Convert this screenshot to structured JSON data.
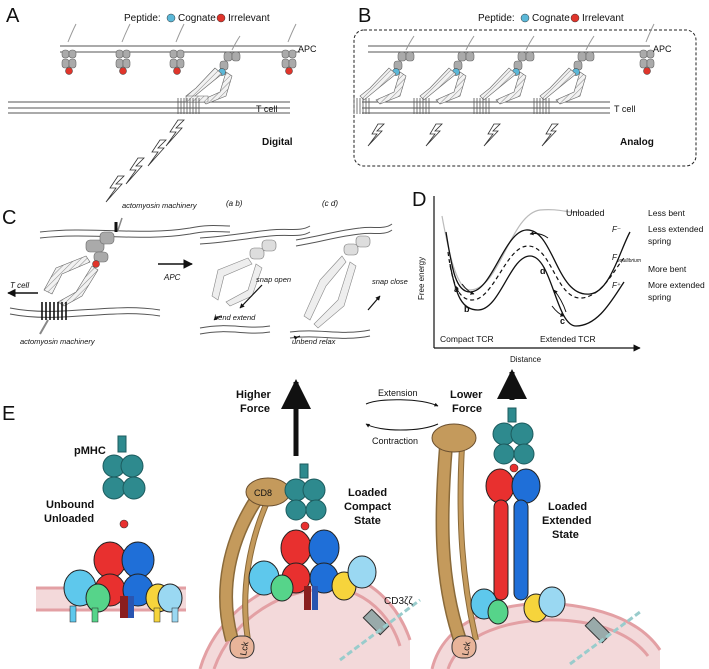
{
  "panels": {
    "A": {
      "letter": "A",
      "legend": {
        "prefix": "Peptide:",
        "cognate": "Cognate",
        "irrelevant": "Irrelevant"
      },
      "apc": "APC",
      "tcell": "T cell",
      "mode": "Digital"
    },
    "B": {
      "letter": "B",
      "legend": {
        "prefix": "Peptide:",
        "cognate": "Cognate",
        "irrelevant": "Irrelevant"
      },
      "apc": "APC",
      "tcell": "T cell",
      "mode": "Analog"
    },
    "C": {
      "letter": "C",
      "actomyosin_top": "actomyosin machinery",
      "actomyosin_bottom": "actomyosin machinery",
      "tcell": "T cell",
      "apc": "APC",
      "ab": "(a b)",
      "cd": "(c d)",
      "snap_open": "snap open",
      "snap_close": "snap close",
      "bend_extend": "bend extend",
      "unbend_relax": "unbend relax"
    },
    "D": {
      "letter": "D",
      "unloaded": "Unloaded",
      "free_energy": "Free energy",
      "distance": "Distance",
      "compact": "Compact TCR",
      "extended": "Extended TCR",
      "f_minus": "F⁻",
      "f_eq": "F",
      "f_eq_sub": "equilibrium",
      "f_plus": "F⁺",
      "less_bent": "Less bent",
      "less_extended": "Less extended",
      "spring1": "spring",
      "more_bent": "More bent",
      "more_extended": "More extended",
      "spring2": "spring",
      "pts": {
        "a": "a",
        "b": "b",
        "c": "c",
        "d": "d"
      }
    },
    "E": {
      "letter": "E",
      "pmhc": "pMHC",
      "unbound": "Unbound",
      "unloaded": "Unloaded",
      "higher": "Higher",
      "higher_force": "Force",
      "extension": "Extension",
      "contraction": "Contraction",
      "lower": "Lower",
      "lower_force": "Force",
      "cd8": "CD8",
      "loaded1": "Loaded",
      "compact": "Compact",
      "state1": "State",
      "loaded2": "Loaded",
      "extended": "Extended",
      "state2": "State",
      "cd3zz": "CD3ζζ",
      "lck1": "Lck",
      "lck2": "Lck"
    }
  },
  "colors": {
    "cognate": "#5bb8d8",
    "irrelevant": "#e0352b",
    "tcr_red": "#e8302f",
    "tcr_blue": "#1f6fd8",
    "pmhc_teal": "#2e8a8e",
    "cd8_tan": "#c49a5c",
    "membrane": "#e3a0a4"
  }
}
